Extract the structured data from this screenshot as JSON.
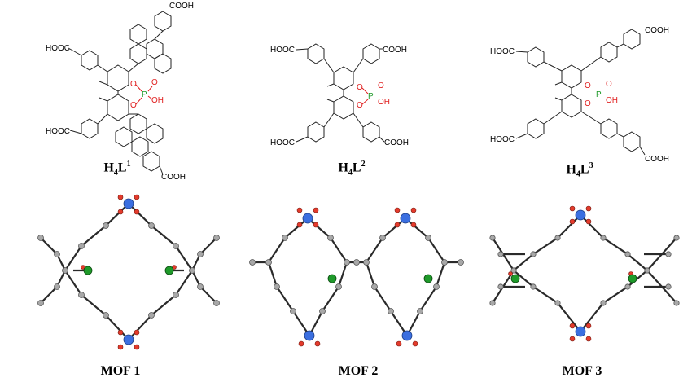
{
  "ligands": [
    {
      "label_main": "H",
      "label_sub1": "4",
      "label_mid": "L",
      "label_sup": "1",
      "cooh": "COOH",
      "hooc": "HOOC",
      "phos_o": "O",
      "phos_p": "P",
      "phos_oh": "OH"
    },
    {
      "label_main": "H",
      "label_sub1": "4",
      "label_mid": "L",
      "label_sup": "2",
      "cooh": "COOH",
      "hooc": "HOOC",
      "phos_o": "O",
      "phos_p": "P",
      "phos_oh": "OH"
    },
    {
      "label_main": "H",
      "label_sub1": "4",
      "label_mid": "L",
      "label_sup": "3",
      "cooh": "COOH",
      "hooc": "HOOC",
      "phos_o": "O",
      "phos_p": "P",
      "phos_oh": "OH"
    }
  ],
  "mofs": [
    {
      "label": "MOF 1"
    },
    {
      "label": "MOF 2"
    },
    {
      "label": "MOF 3"
    }
  ],
  "colors": {
    "carbon": "#a8a8a8",
    "oxygen": "#e43b2c",
    "metal": "#3b6fe0",
    "phosphorus": "#1f9a2a",
    "heteroatom_text": "#e02020"
  }
}
